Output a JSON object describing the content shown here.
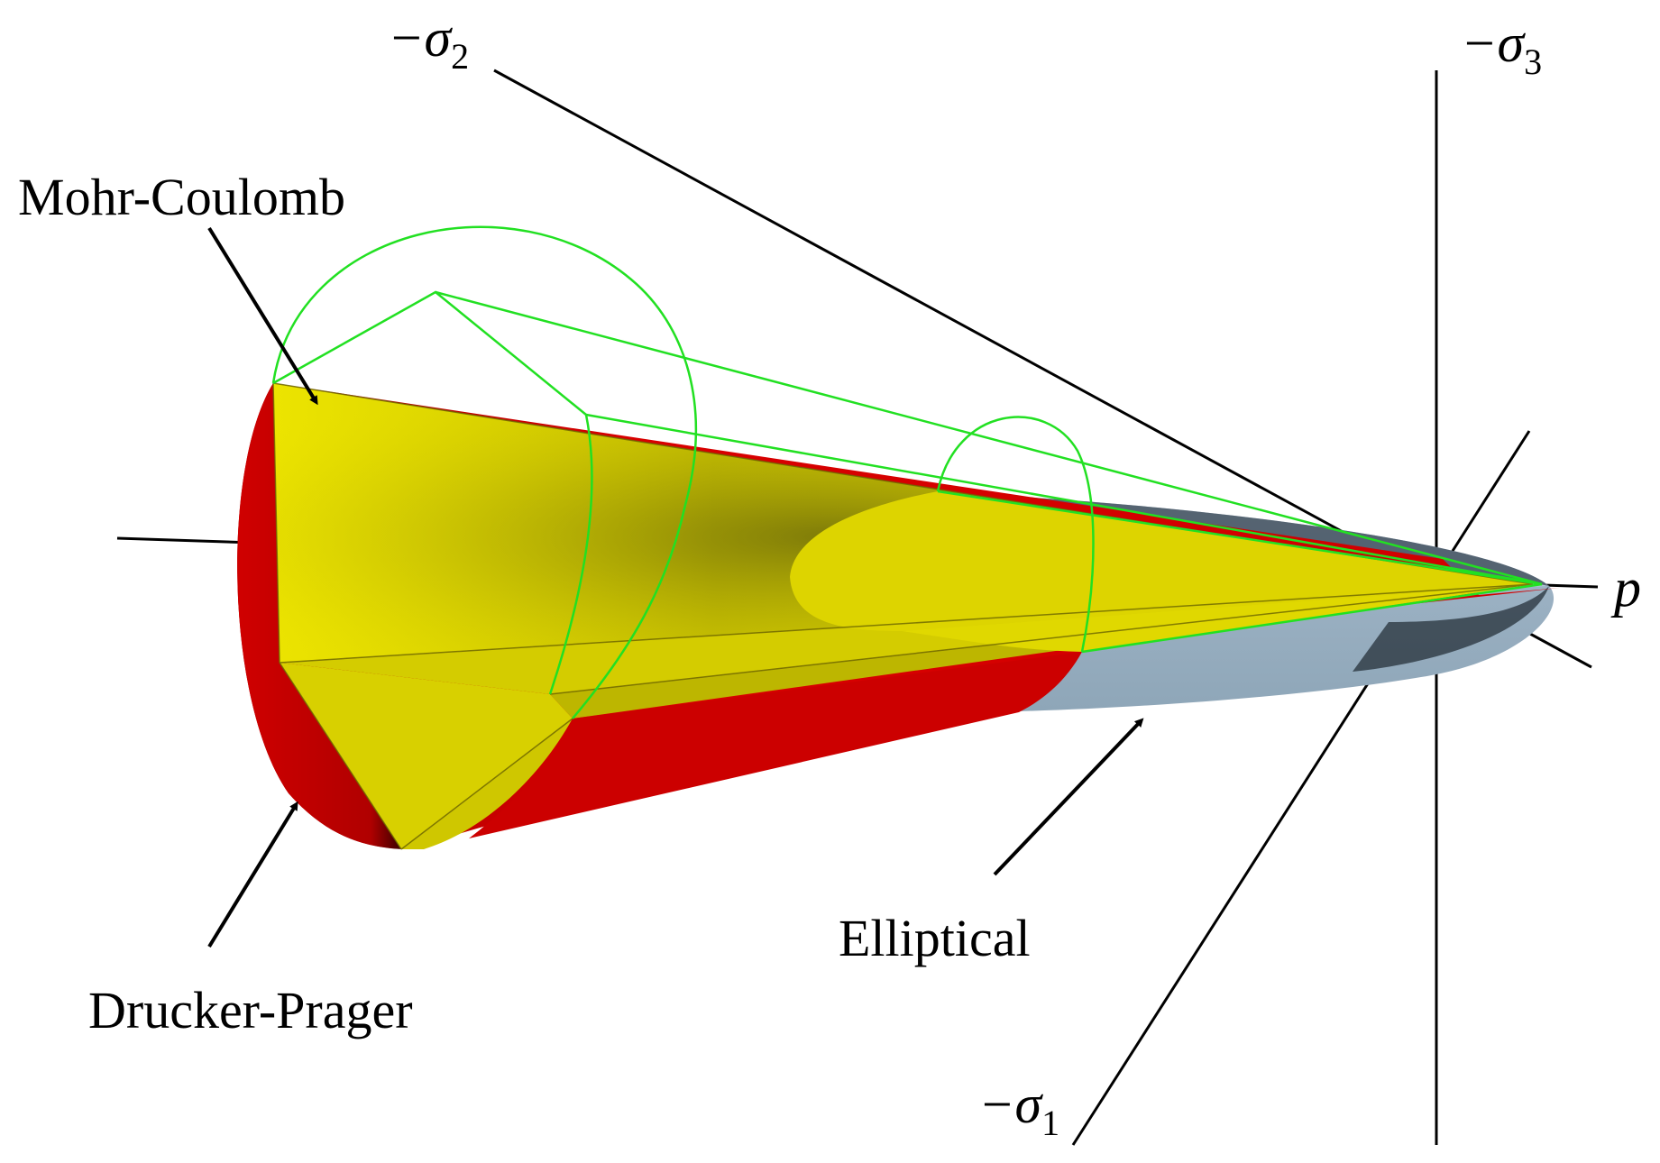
{
  "labels": {
    "mohr_coulomb": "Mohr-Coulomb",
    "drucker_prager": "Drucker-Prager",
    "elliptical": "Elliptical"
  },
  "axes": {
    "sigma1": {
      "prefix": "−σ",
      "sub": "1"
    },
    "sigma2": {
      "prefix": "−σ",
      "sub": "2"
    },
    "sigma3": {
      "prefix": "−σ",
      "sub": "3"
    },
    "p": "p"
  },
  "colors": {
    "mohr_coulomb": "#e6dc00",
    "drucker_prager": "#d40000",
    "elliptical": "#9fb4c4",
    "construction": "#22e022"
  }
}
